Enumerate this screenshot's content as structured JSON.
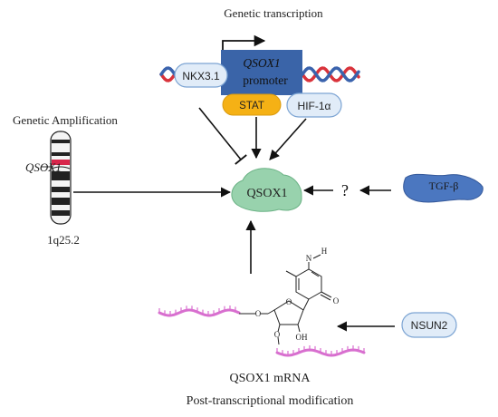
{
  "titles": {
    "genetic_transcription": "Genetic transcription",
    "genetic_amplification": "Genetic Amplification",
    "qsox1_mrna": "QSOX1 mRNA",
    "post_transcriptional": "Post-transcriptional modification"
  },
  "promoter": {
    "gene": "QSOX1",
    "label": "promoter"
  },
  "factors": {
    "nkx": "NKX3.1",
    "stat": "STAT",
    "hif": "HIF-1α",
    "tgf": "TGF-β",
    "nsun2": "NSUN2"
  },
  "center": {
    "label": "QSOX1"
  },
  "chromosome": {
    "gene_label": "QSOX1",
    "locus": "1q25.2"
  },
  "unknown_link": "?",
  "molecule": {
    "n": "N",
    "h": "H",
    "o_carbonyl": "O",
    "o_ring": "O",
    "o_5prime": "O",
    "o_3prime": "O",
    "oh": "OH"
  },
  "colors": {
    "promoter_box": "#3a64a8",
    "stat": "#f5b115",
    "factor_fill": "#e1ecf8",
    "factor_stroke": "#7ca4d3",
    "qsox_fill": "#98d2ad",
    "tgf_fill": "#4b77c0",
    "mrna": "#d86fcf",
    "chromosome_band": "#d8264b",
    "dna_red": "#d9333b",
    "dna_blue": "#3a63ad"
  }
}
